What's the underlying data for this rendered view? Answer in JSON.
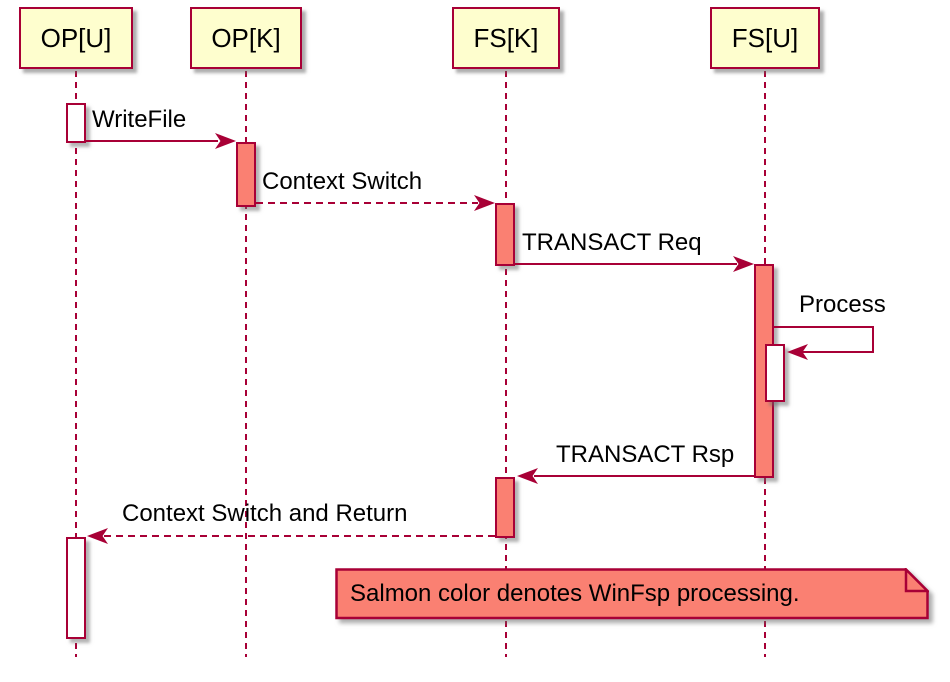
{
  "diagram": {
    "type": "sequence-diagram",
    "actors": [
      {
        "id": "op-u",
        "label": "OP[U]"
      },
      {
        "id": "op-k",
        "label": "OP[K]"
      },
      {
        "id": "fs-k",
        "label": "FS[K]"
      },
      {
        "id": "fs-u",
        "label": "FS[U]"
      }
    ],
    "messages": [
      {
        "label": "WriteFile",
        "from": "OP[U]",
        "to": "OP[K]",
        "style": "solid"
      },
      {
        "label": "Context Switch",
        "from": "OP[K]",
        "to": "FS[K]",
        "style": "dashed"
      },
      {
        "label": "TRANSACT Req",
        "from": "FS[K]",
        "to": "FS[U]",
        "style": "solid"
      },
      {
        "label": "Process",
        "from": "FS[U]",
        "to": "FS[U]",
        "style": "solid-self"
      },
      {
        "label": "TRANSACT Rsp",
        "from": "FS[U]",
        "to": "FS[K]",
        "style": "solid"
      },
      {
        "label": "Context Switch and Return",
        "from": "FS[K]",
        "to": "OP[U]",
        "style": "dashed"
      }
    ],
    "activations": [
      {
        "lifeline": "OP[U]",
        "fill": "white"
      },
      {
        "lifeline": "OP[K]",
        "fill": "salmon"
      },
      {
        "lifeline": "FS[K]",
        "fill": "salmon"
      },
      {
        "lifeline": "FS[U]",
        "fill": "salmon"
      },
      {
        "lifeline": "FS[U]",
        "fill": "white"
      },
      {
        "lifeline": "FS[K]",
        "fill": "salmon"
      },
      {
        "lifeline": "OP[U]",
        "fill": "white"
      }
    ],
    "note": {
      "text": "Salmon color denotes WinFsp processing."
    },
    "colors": {
      "actor_fill": "#FEFECE",
      "line": "#A80036",
      "salmon": "#FA8072",
      "activation_white": "#FFFFFF",
      "text": "#000000",
      "background": "#FFFFFF"
    }
  }
}
